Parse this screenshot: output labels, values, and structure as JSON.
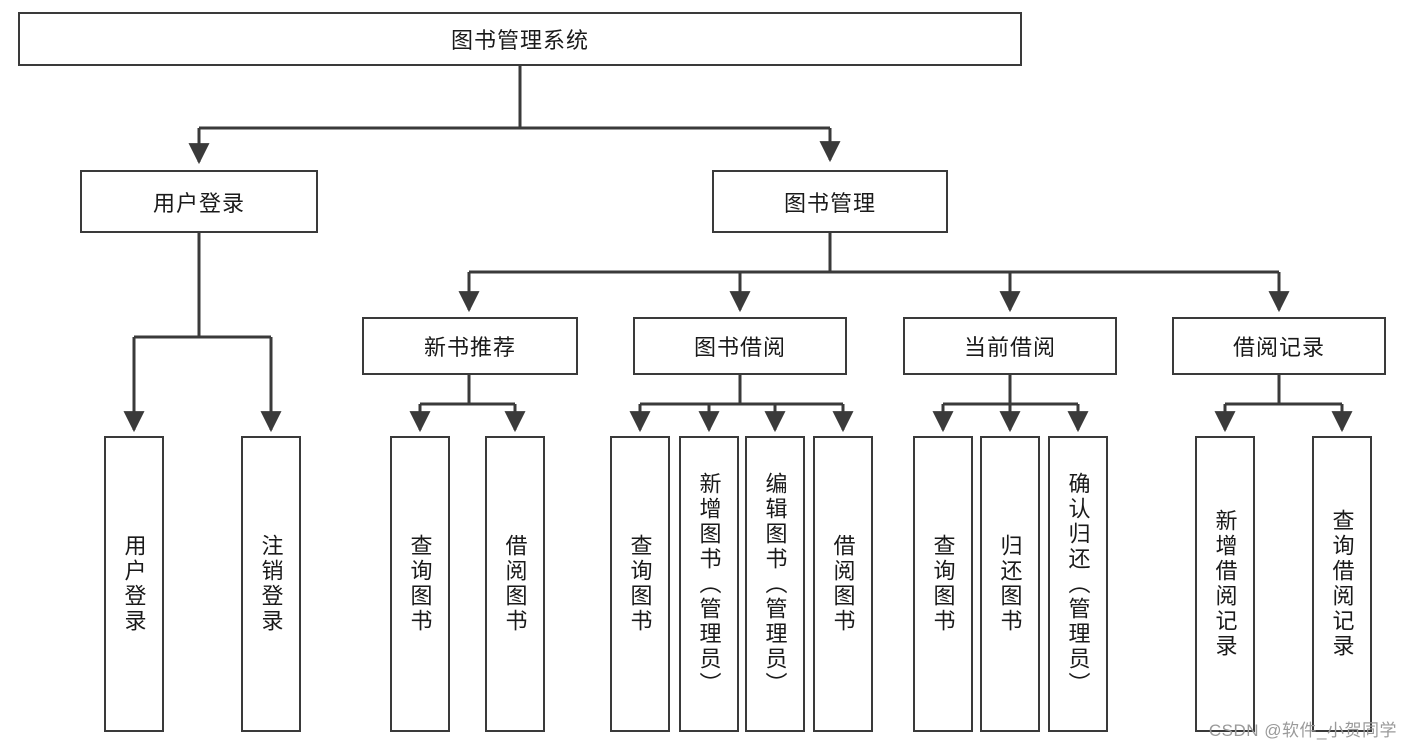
{
  "diagram": {
    "title": "图书管理系统",
    "type": "tree",
    "colors": {
      "background": "#ffffff",
      "box_border": "#3a3a3a",
      "box_fill": "#ffffff",
      "edge": "#3a3a3a",
      "text": "#1a1a1a",
      "watermark": "#9a9a9a"
    },
    "root": {
      "label": "图书管理系统"
    },
    "level2": [
      {
        "label": "用户登录"
      },
      {
        "label": "图书管理"
      }
    ],
    "level3": [
      {
        "label": "新书推荐"
      },
      {
        "label": "图书借阅"
      },
      {
        "label": "当前借阅"
      },
      {
        "label": "借阅记录"
      }
    ],
    "leaves": {
      "user_login": [
        {
          "label": "用户登录"
        },
        {
          "label": "注销登录"
        }
      ],
      "new_book_recommend": [
        {
          "label": "查询图书"
        },
        {
          "label": "借阅图书"
        }
      ],
      "book_borrow": [
        {
          "label": "查询图书"
        },
        {
          "label": "新增图书（管理员）"
        },
        {
          "label": "编辑图书（管理员）"
        },
        {
          "label": "借阅图书"
        }
      ],
      "current_borrow": [
        {
          "label": "查询图书"
        },
        {
          "label": "归还图书"
        },
        {
          "label": "确认归还（管理员）"
        }
      ],
      "borrow_record": [
        {
          "label": "新增借阅记录"
        },
        {
          "label": "查询借阅记录"
        }
      ]
    }
  },
  "watermark": {
    "text": "CSDN @软件_小贺同学"
  }
}
